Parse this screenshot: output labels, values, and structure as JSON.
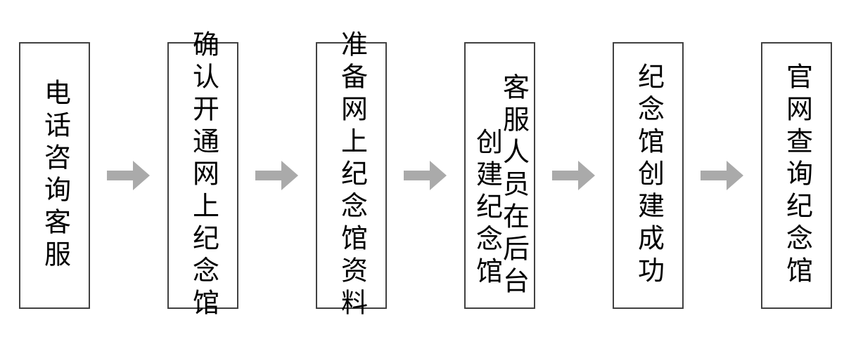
{
  "diagram": {
    "title": "",
    "type": "horizontal-flowchart",
    "orientation": "left-to-right",
    "text_direction": "vertical-rl",
    "colors": {
      "box_border": "#414141",
      "box_fill": "#ffffff",
      "text": "#000000",
      "arrow": "#aaaaaa",
      "background": "#ffffff"
    },
    "steps": [
      {
        "index": 1,
        "columns": [
          "电话咨询客服"
        ],
        "full_text": "电话咨询客服"
      },
      {
        "index": 2,
        "columns": [
          "确认开通网上纪念馆"
        ],
        "full_text": "确认开通网上纪念馆"
      },
      {
        "index": 3,
        "columns": [
          "准备网上纪念馆资料"
        ],
        "full_text": "准备网上纪念馆资料"
      },
      {
        "index": 4,
        "columns": [
          "客服人员在后台",
          "创建纪念馆"
        ],
        "full_text": "客服人员在后台创建纪念馆"
      },
      {
        "index": 5,
        "columns": [
          "纪念馆创建成功"
        ],
        "full_text": "纪念馆创建成功"
      },
      {
        "index": 6,
        "columns": [
          "官网查询纪念馆"
        ],
        "full_text": "官网查询纪念馆"
      }
    ],
    "connectors": [
      {
        "from": 1,
        "to": 2,
        "icon": "arrow-right-icon"
      },
      {
        "from": 2,
        "to": 3,
        "icon": "arrow-right-icon"
      },
      {
        "from": 3,
        "to": 4,
        "icon": "arrow-right-icon"
      },
      {
        "from": 4,
        "to": 5,
        "icon": "arrow-right-icon"
      },
      {
        "from": 5,
        "to": 6,
        "icon": "arrow-right-icon"
      }
    ]
  }
}
